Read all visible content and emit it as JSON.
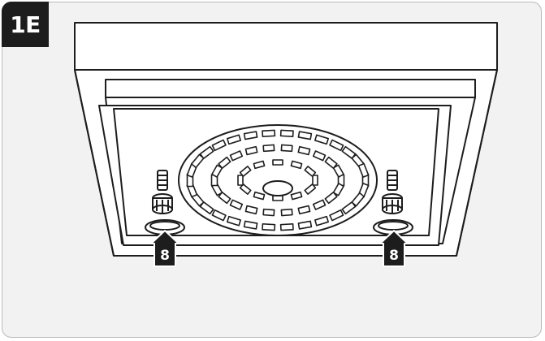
{
  "step": {
    "label": "1E"
  },
  "callouts": [
    {
      "label": "8",
      "side": "left"
    },
    {
      "label": "8",
      "side": "right"
    }
  ],
  "colors": {
    "outline": "#1d1d1d",
    "fixture_fill": "#ffffff",
    "background": "#f2f2f2",
    "badge": "#1d1d1d"
  }
}
